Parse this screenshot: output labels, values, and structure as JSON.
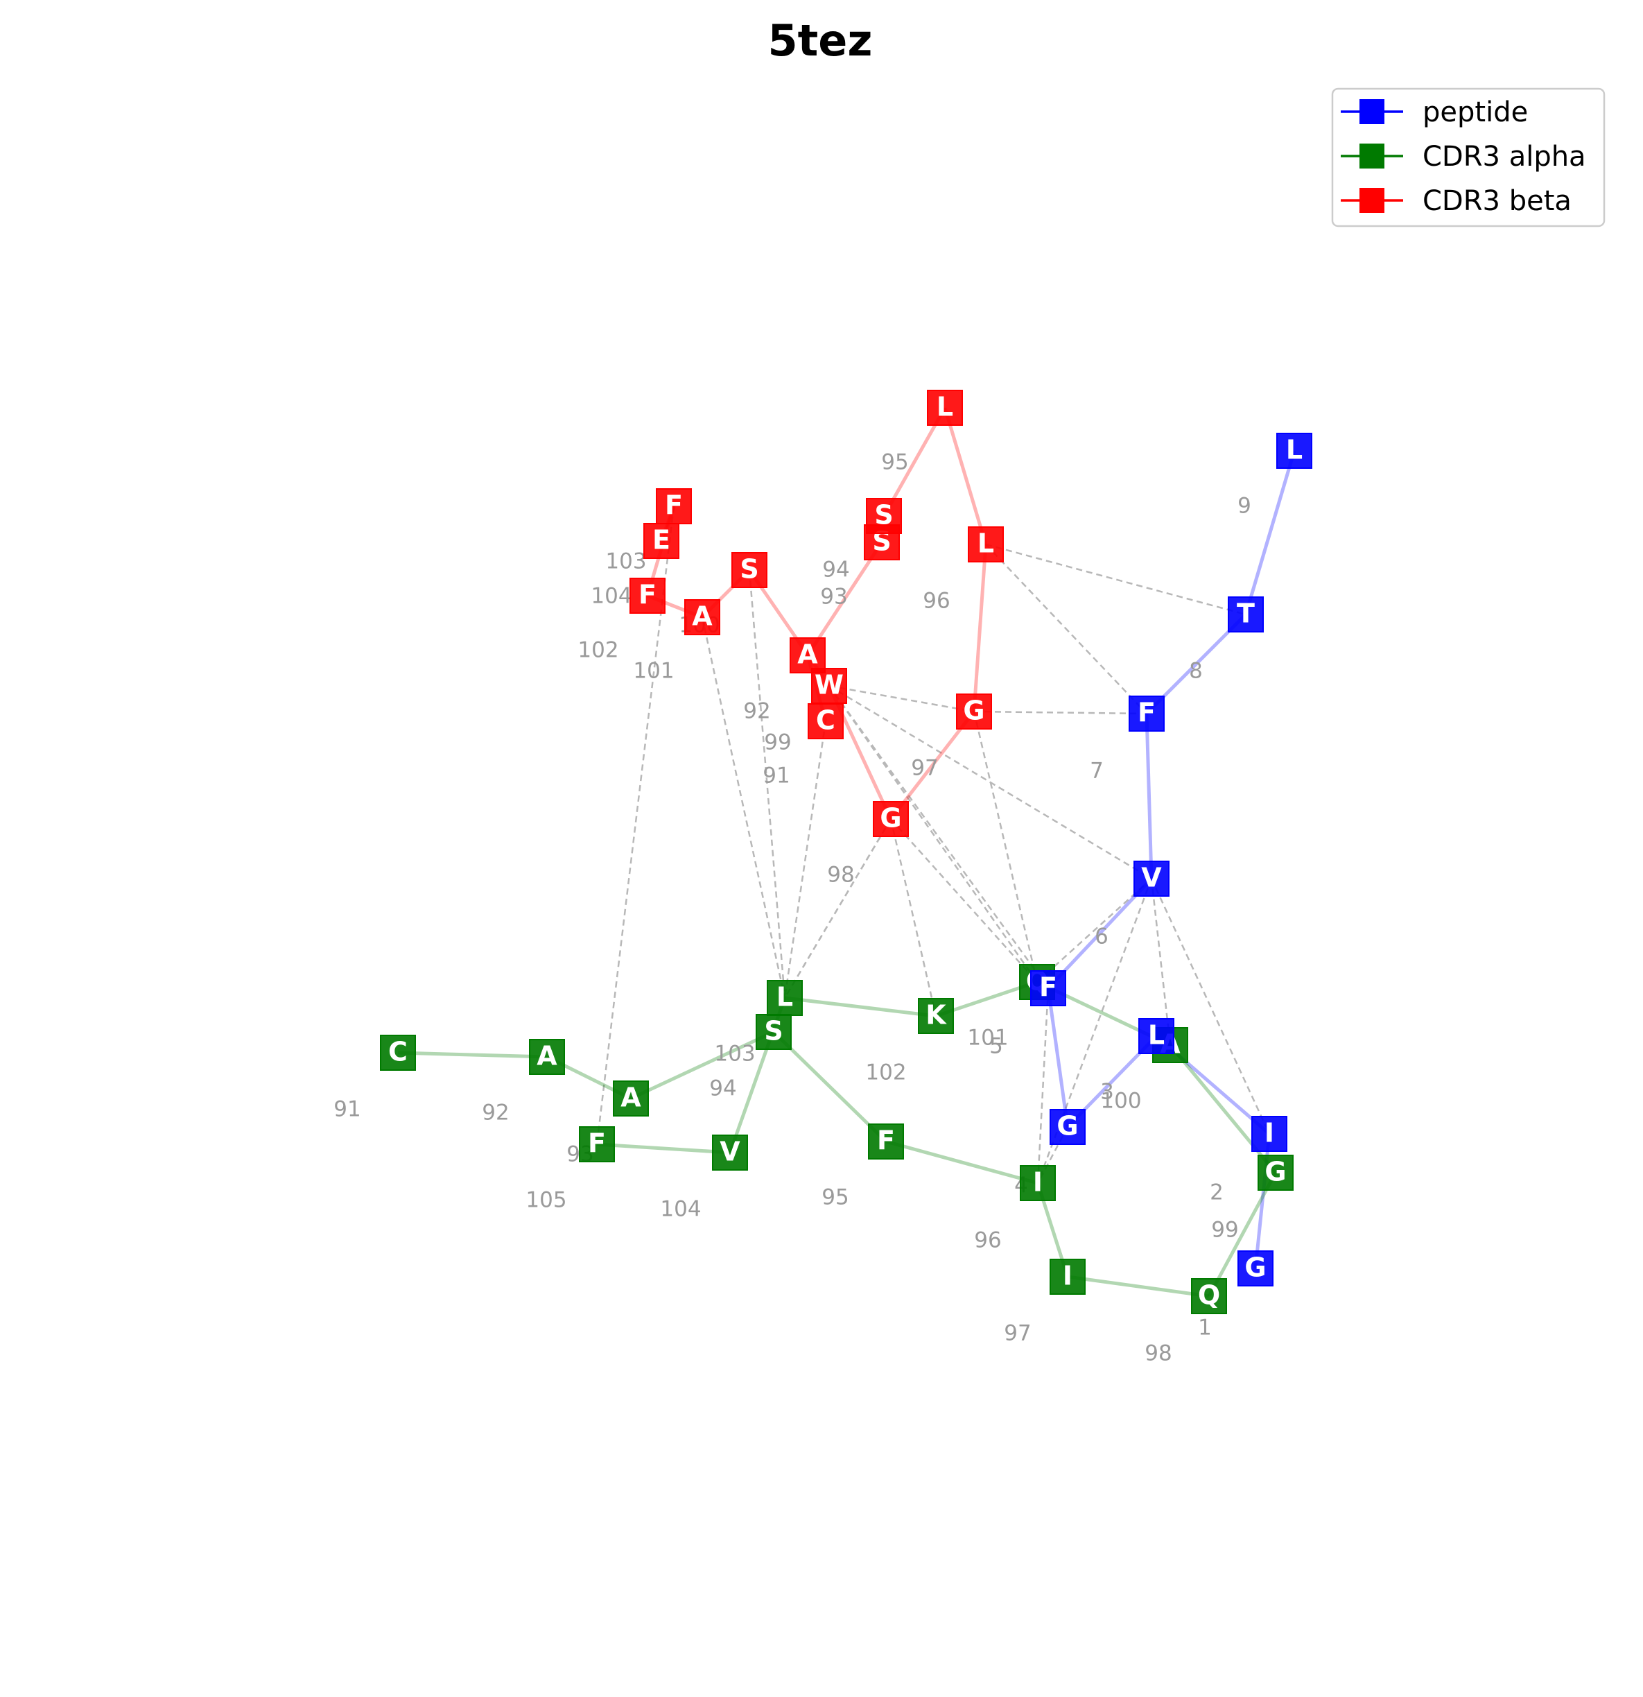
{
  "title": "5tez",
  "colors": {
    "peptide": "#0000ff",
    "alpha": "#007a00",
    "beta": "#ff0000",
    "contact": "#b8b8b8",
    "number": "#9a9a9a"
  },
  "legend": [
    {
      "key": "peptide",
      "label": "peptide"
    },
    {
      "key": "alpha",
      "label": "CDR3 alpha"
    },
    {
      "key": "beta",
      "label": "CDR3 beta"
    }
  ],
  "chains": {
    "peptide": [
      {
        "id": "p1",
        "letter": "G",
        "num": "1"
      },
      {
        "id": "p2",
        "letter": "I",
        "num": "2"
      },
      {
        "id": "p3",
        "letter": "L",
        "num": "3"
      },
      {
        "id": "p4",
        "letter": "G",
        "num": "4"
      },
      {
        "id": "p5",
        "letter": "F",
        "num": "5"
      },
      {
        "id": "p6",
        "letter": "V",
        "num": "6"
      },
      {
        "id": "p7",
        "letter": "F",
        "num": "7"
      },
      {
        "id": "p8",
        "letter": "T",
        "num": "8"
      },
      {
        "id": "p9",
        "letter": "L",
        "num": "9"
      }
    ],
    "alpha": [
      {
        "id": "a91",
        "letter": "C",
        "num": "91"
      },
      {
        "id": "a92",
        "letter": "A",
        "num": "92"
      },
      {
        "id": "a93",
        "letter": "A",
        "num": "93"
      },
      {
        "id": "a94",
        "letter": "S",
        "num": "94"
      },
      {
        "id": "a95",
        "letter": "F",
        "num": "95"
      },
      {
        "id": "a96",
        "letter": "I",
        "num": "96"
      },
      {
        "id": "a97",
        "letter": "I",
        "num": "97"
      },
      {
        "id": "a98",
        "letter": "Q",
        "num": "98"
      },
      {
        "id": "a99",
        "letter": "G",
        "num": "99"
      },
      {
        "id": "a100",
        "letter": "A",
        "num": "100"
      },
      {
        "id": "a101",
        "letter": "Q",
        "num": "101"
      },
      {
        "id": "a102",
        "letter": "K",
        "num": "102"
      },
      {
        "id": "a103",
        "letter": "L",
        "num": "103"
      },
      {
        "id": "a104",
        "letter": "V",
        "num": "104"
      },
      {
        "id": "a105",
        "letter": "F",
        "num": "105"
      }
    ],
    "beta": [
      {
        "id": "b91",
        "letter": "C",
        "num": "91"
      },
      {
        "id": "b92",
        "letter": "A",
        "num": "92"
      },
      {
        "id": "b93",
        "letter": "S",
        "num": "93"
      },
      {
        "id": "b94",
        "letter": "S",
        "num": "94"
      },
      {
        "id": "b95",
        "letter": "L",
        "num": "95"
      },
      {
        "id": "b96",
        "letter": "L",
        "num": "96"
      },
      {
        "id": "b97",
        "letter": "G",
        "num": "97"
      },
      {
        "id": "b98",
        "letter": "G",
        "num": "98"
      },
      {
        "id": "b99",
        "letter": "W",
        "num": "99"
      },
      {
        "id": "b100",
        "letter": "S",
        "num": "100"
      },
      {
        "id": "b101",
        "letter": "A",
        "num": "101"
      },
      {
        "id": "b102",
        "letter": "F",
        "num": "102"
      },
      {
        "id": "b103",
        "letter": "F",
        "num": "103"
      },
      {
        "id": "b104",
        "letter": "E",
        "num": "104"
      }
    ]
  },
  "contacts": [
    [
      "b96",
      "p8"
    ],
    [
      "b96",
      "p7"
    ],
    [
      "b97",
      "p7"
    ],
    [
      "b99",
      "b97"
    ],
    [
      "b99",
      "p6"
    ],
    [
      "b99",
      "a101"
    ],
    [
      "b99",
      "p5"
    ],
    [
      "b100",
      "a103"
    ],
    [
      "b101",
      "a103"
    ],
    [
      "b91",
      "a103"
    ],
    [
      "b98",
      "a103"
    ],
    [
      "b98",
      "a103"
    ],
    [
      "b98",
      "a102"
    ],
    [
      "b98",
      "a101"
    ],
    [
      "b97",
      "a101"
    ],
    [
      "b103",
      "a105"
    ],
    [
      "p6",
      "a101"
    ],
    [
      "p6",
      "a96"
    ],
    [
      "p6",
      "a100"
    ],
    [
      "p6",
      "p2"
    ],
    [
      "p5",
      "a96"
    ],
    [
      "p4",
      "a96"
    ]
  ]
}
